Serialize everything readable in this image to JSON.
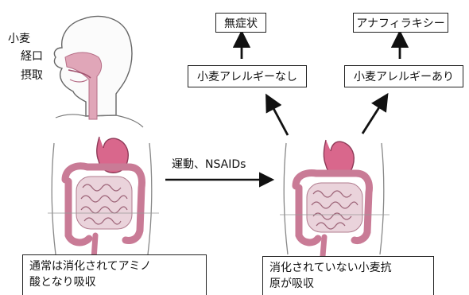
{
  "intake_label": [
    "小麦",
    "経口",
    "摂取"
  ],
  "trigger_label": "運動、NSAIDs",
  "no_allergy_label": "小麦アレルギーなし",
  "allergy_label": "小麦アレルギーあり",
  "no_allergy_outcome": "無症状",
  "allergy_outcome": "アナフィラキシー",
  "normal_caption": [
    "通常は消化されてアミノ",
    "酸となり吸収"
  ],
  "undigested_caption": [
    "消化されていない小麦抗",
    "原が吸収"
  ],
  "colors": {
    "mucosa": "#e0a6b8",
    "stomach": "#d9678c",
    "outline": "#555555",
    "arrow": "#111111"
  }
}
